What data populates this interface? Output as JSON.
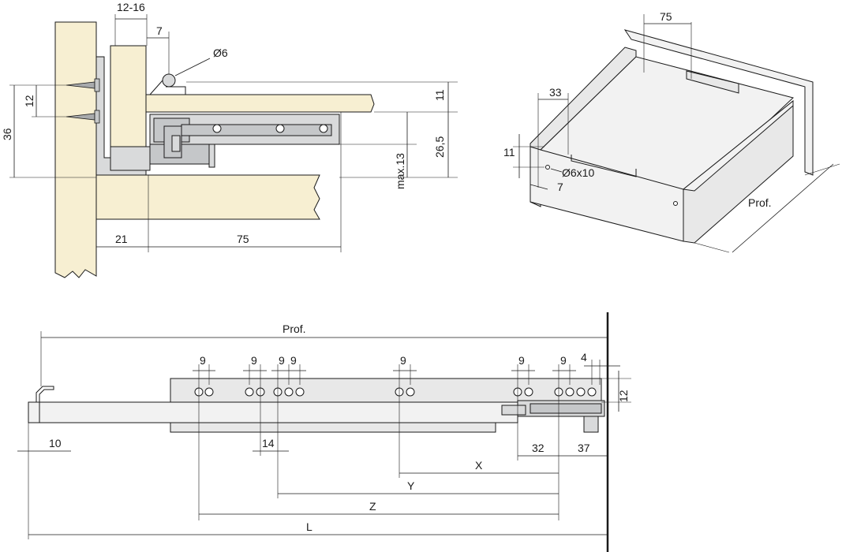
{
  "cross_section": {
    "labels": {
      "slot_width": "12-16",
      "offset_7": "7",
      "dowel": "Ø6",
      "height_11": "11",
      "height_26_5": "26,5",
      "max_13": "max.13",
      "height_36": "36",
      "screw_12": "12",
      "width_21": "21",
      "width_75": "75"
    }
  },
  "perspective": {
    "labels": {
      "notch_75": "75",
      "offset_33": "33",
      "height_11": "11",
      "hole": "Ø6x10",
      "offset_7": "7",
      "depth": "Prof."
    }
  },
  "slide_side": {
    "labels": {
      "depth_top": "Prof.",
      "hole_9_a": "9",
      "hole_9_b": "9",
      "hole_9_c": "9",
      "hole_9_d": "9",
      "hole_9_e": "9",
      "hole_9_f": "9",
      "hole_9_g": "9",
      "dim_4": "4",
      "dim_12": "12",
      "dim_10": "10",
      "dim_14": "14",
      "dim_32": "32",
      "dim_37": "37",
      "dim_x": "X",
      "dim_y": "Y",
      "dim_z": "Z",
      "dim_l": "L"
    }
  }
}
